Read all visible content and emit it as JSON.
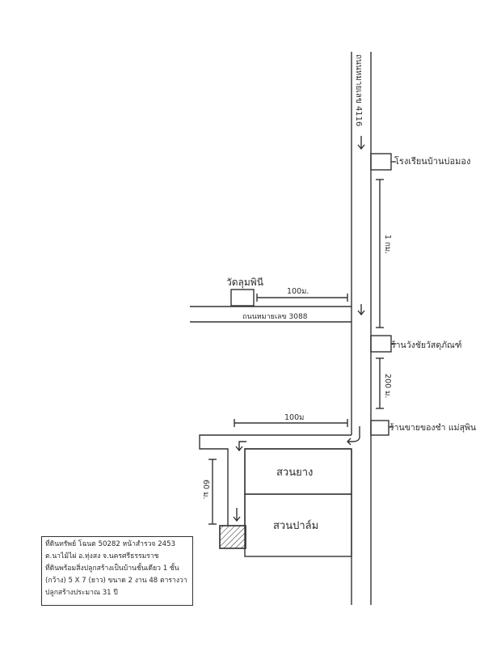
{
  "road_main_label": "ถนนหมายเลข 4116",
  "road_side_label": "ถนนหมายเลข 3088",
  "school_label": "โรงเรียนบ้านบ่อมอง",
  "temple_label": "วัดลุมพินี",
  "shop_construction_label": "ร้านวังชัยวัสดุภัณฑ์",
  "shop_grocery_label": "ร้านขายของชำ แม่สุพิน",
  "dist_temple": "100ม.",
  "dist_school_shop": "1 กม.",
  "dist_shops": "200 ม.",
  "dist_lane": "100ม",
  "dist_plot": "60 ม.",
  "rubber_label": "สวนยาง",
  "palm_label": "สวนปาล์ม",
  "note": {
    "line1": "ที่ดินทรัพย์ โฉนด 50282 หน้าสำรวจ 2453",
    "line2": "ต.นาไม้ไผ่ อ.ทุ่งสง จ.นครศรีธรรมราช",
    "line3": "ที่ดินพร้อมสิ่งปลูกสร้างเป็นบ้านชั้นเดียว 1 ชั้น",
    "line4": "(กว้าง) 5 X 7 (ยาว) ขนาด 2 งาน 48 ตารางวา",
    "line5": "ปลูกสร้างประมาณ 31 ปี"
  }
}
